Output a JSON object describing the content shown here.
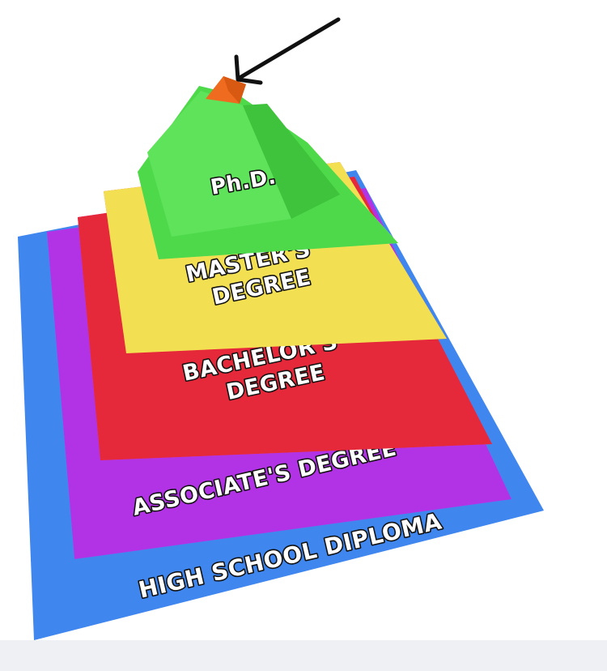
{
  "pyramid": {
    "tiers": [
      {
        "label_lines": [
          "Ph.D."
        ],
        "color": "#4ed94a"
      },
      {
        "label_lines": [
          "MASTER'S",
          "DEGREE"
        ],
        "color": "#f3e052"
      },
      {
        "label_lines": [
          "BACHELOR'S",
          "DEGREE"
        ],
        "color": "#e5283a"
      },
      {
        "label_lines": [
          "ASSOCIATE'S DEGREE"
        ],
        "color": "#b233e6"
      },
      {
        "label_lines": [
          "HIGH SCHOOL DIPLOMA"
        ],
        "color": "#3f86ee"
      }
    ],
    "apex_color": "#ee6b1f",
    "arrow_color": "#111111"
  }
}
